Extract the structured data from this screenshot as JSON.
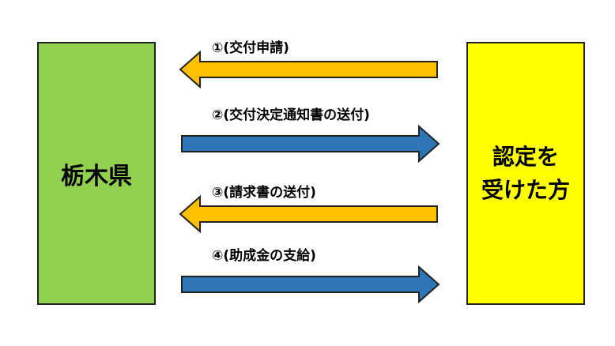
{
  "left_box": {
    "label": "栃木県",
    "color": "#92D050"
  },
  "right_box": {
    "line1": "認定を",
    "line2": "受けた方",
    "color": "#FFFF00"
  },
  "arrows": [
    {
      "label": "①(交付申請)",
      "direction": "left",
      "color": "#FFC000"
    },
    {
      "label": "②(交付決定通知書の送付)",
      "direction": "right",
      "color": "#2E75B6"
    },
    {
      "label": "③(請求書の送付)",
      "direction": "left",
      "color": "#FFC000"
    },
    {
      "label": "④(助成金の支給)",
      "direction": "right",
      "color": "#2E75B6"
    }
  ]
}
